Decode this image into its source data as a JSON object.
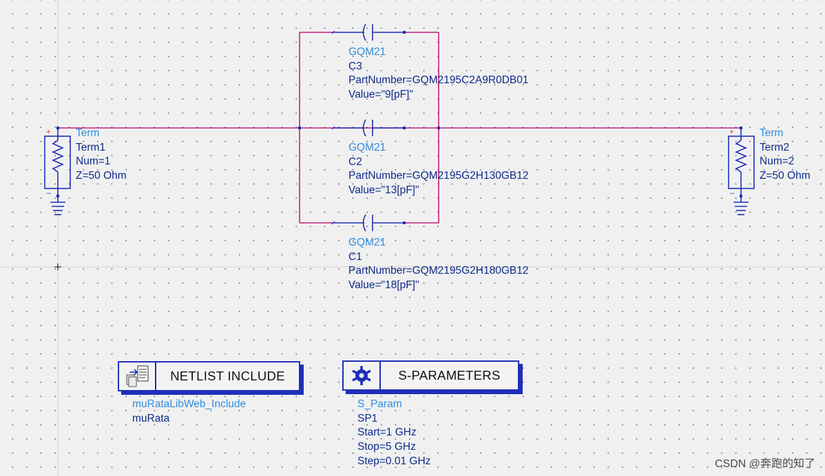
{
  "terms": [
    {
      "lines": [
        "Term",
        "Term1",
        "Num=1",
        "Z=50 Ohm"
      ]
    },
    {
      "lines": [
        "Term",
        "Term2",
        "Num=2",
        "Z=50 Ohm"
      ]
    }
  ],
  "capacitors": [
    {
      "lines": [
        "GQM21",
        "C3",
        "PartNumber=GQM2195C2A9R0DB01",
        "Value=\"9[pF]\""
      ]
    },
    {
      "lines": [
        "GQM21",
        "C2",
        "PartNumber=GQM2195G2H130GB12",
        "Value=\"13[pF]\""
      ]
    },
    {
      "lines": [
        "GQM21",
        "C1",
        "PartNumber=GQM2195G2H180GB12",
        "Value=\"18[pF]\""
      ]
    }
  ],
  "netlist": {
    "title": "NETLIST  INCLUDE",
    "lines": [
      "muRataLibWeb_Include",
      "muRata"
    ]
  },
  "sparams": {
    "title": "S-PARAMETERS",
    "lines": [
      "S_Param",
      "SP1",
      "Start=1 GHz",
      "Stop=5 GHz",
      "Step=0.01 GHz"
    ]
  },
  "watermark": "CSDN @奔跑的知了",
  "colors": {
    "wire": "#c0207a",
    "component": "#1f2fb8",
    "label_name": "#2f8ee0",
    "label_param": "#0c2a8a",
    "pin_plus": "#e03000"
  },
  "icons": {
    "netlist": "netlist-files-icon",
    "sparams": "gear-network-icon",
    "ground": "ground-icon",
    "resistor": "resistor-icon",
    "capacitor": "capacitor-icon"
  }
}
